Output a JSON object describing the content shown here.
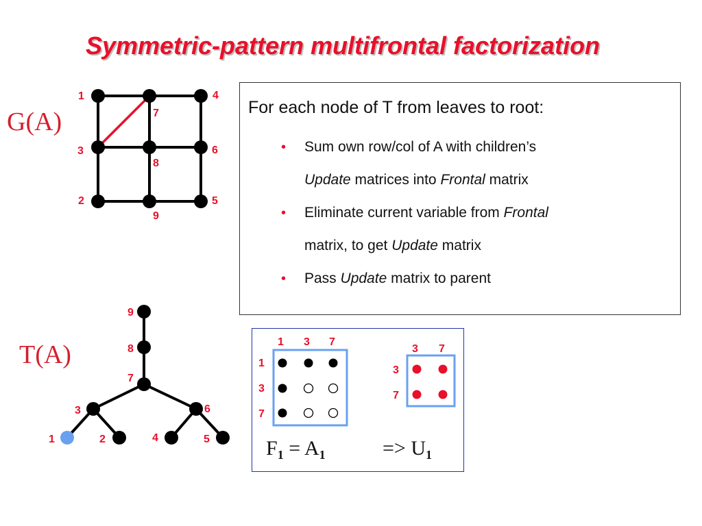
{
  "title": "Symmetric-pattern multifrontal factorization",
  "graph_label": "G(A)",
  "tree_label": "T(A)",
  "colors": {
    "accent_red": "#e8102a",
    "highlight_blue": "#6aa0f0",
    "matrix_box_blue": "#2233aa"
  },
  "graph": {
    "node_labels": [
      "1",
      "4",
      "7",
      "3",
      "8",
      "6",
      "2",
      "9",
      "5"
    ]
  },
  "tree": {
    "node_labels": [
      "9",
      "8",
      "7",
      "3",
      "6",
      "1",
      "2",
      "4",
      "5"
    ]
  },
  "steps": {
    "intro": "For each node of T from leaves to root:",
    "items": [
      {
        "pre": "Sum own row/col of A with children’s ",
        "em1": "Update",
        "mid": " matrices into ",
        "em2": "Frontal",
        "post": " matrix"
      },
      {
        "pre": "Eliminate current variable from ",
        "em1": "Frontal",
        "mid": " matrix, to get ",
        "em2": "Update",
        "post": " matrix"
      },
      {
        "pre": "Pass ",
        "em1": "Update",
        "mid": " matrix to parent",
        "em2": "",
        "post": ""
      }
    ]
  },
  "frontal": {
    "col_labels": [
      "1",
      "3",
      "7"
    ],
    "row_labels": [
      "1",
      "3",
      "7"
    ],
    "equation_f": "F",
    "equation_f_sub": "1",
    "equation_eq": " = A",
    "equation_a_sub": "1"
  },
  "update": {
    "col_labels": [
      "3",
      "7"
    ],
    "row_labels": [
      "3",
      "7"
    ],
    "equation": "=> U",
    "equation_sub": "1"
  }
}
